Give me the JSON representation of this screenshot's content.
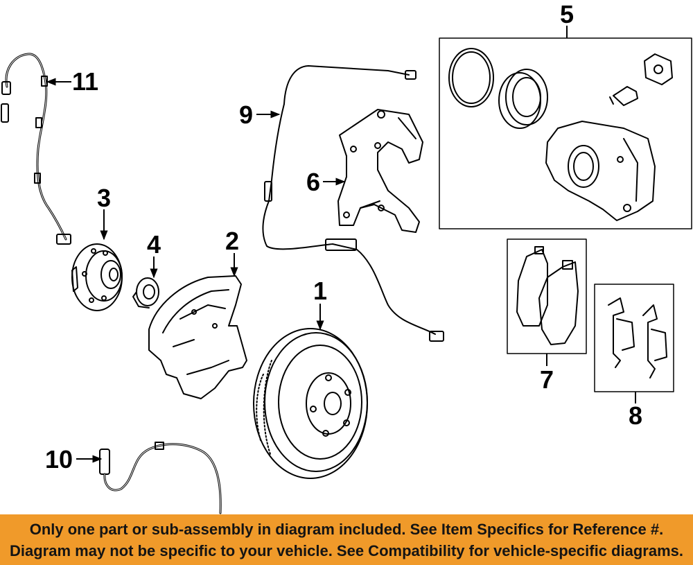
{
  "callouts": [
    {
      "id": "1",
      "label": "1"
    },
    {
      "id": "2",
      "label": "2"
    },
    {
      "id": "3",
      "label": "3"
    },
    {
      "id": "4",
      "label": "4"
    },
    {
      "id": "5",
      "label": "5"
    },
    {
      "id": "6",
      "label": "6"
    },
    {
      "id": "7",
      "label": "7"
    },
    {
      "id": "8",
      "label": "8"
    },
    {
      "id": "9",
      "label": "9"
    },
    {
      "id": "10",
      "label": "10"
    },
    {
      "id": "11",
      "label": "11"
    }
  ],
  "notice": {
    "line1": "Only one part or sub-assembly in diagram included. See Item Specifics for Reference #.",
    "line2": "Diagram may not be specific to your vehicle. See Compatibility for vehicle-specific diagrams.",
    "background_color": "#f09a2a",
    "text_color": "#141414"
  }
}
